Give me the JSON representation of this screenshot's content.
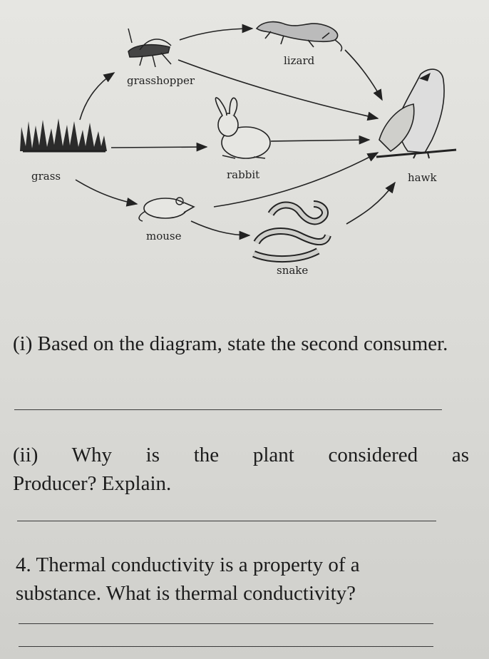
{
  "diagram": {
    "labels": {
      "grasshopper": "grasshopper",
      "lizard": "lizard",
      "grass": "grass",
      "rabbit": "rabbit",
      "hawk": "hawk",
      "mouse": "mouse",
      "snake": "snake"
    }
  },
  "questions": {
    "q_i": "(i) Based on the diagram, state the second consumer.",
    "q_ii_line1": "(ii) Why is the plant considered as",
    "q_ii_line2": "Producer? Explain.",
    "q4_line1": "4. Thermal conductivity is a property of a",
    "q4_line2": "substance. What is thermal conductivity?"
  }
}
